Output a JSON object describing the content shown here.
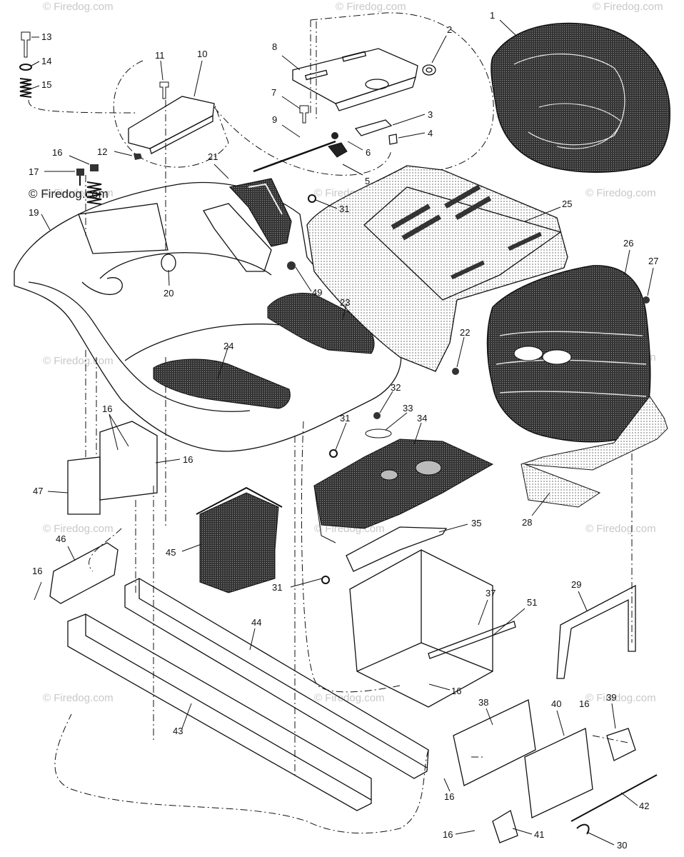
{
  "diagram": {
    "watermark_text": "© Firedog.com",
    "callouts": {
      "c1": "1",
      "c2": "2",
      "c3": "3",
      "c4": "4",
      "c5": "5",
      "c6": "6",
      "c7": "7",
      "c8": "8",
      "c9": "9",
      "c10": "10",
      "c11": "11",
      "c12": "12",
      "c13": "13",
      "c14": "14",
      "c15": "15",
      "c16": "16",
      "c17": "17",
      "c19": "19",
      "c20": "20",
      "c21": "21",
      "c22": "22",
      "c23": "23",
      "c24": "24",
      "c25": "25",
      "c26": "26",
      "c27": "27",
      "c28": "28",
      "c29": "29",
      "c30": "30",
      "c31": "31",
      "c32": "32",
      "c33": "33",
      "c34": "34",
      "c35": "35",
      "c37": "37",
      "c38": "38",
      "c39": "39",
      "c40": "40",
      "c41": "41",
      "c42": "42",
      "c43": "43",
      "c44": "44",
      "c45": "45",
      "c46": "46",
      "c47": "47",
      "c49": "49",
      "c51": "51"
    }
  }
}
